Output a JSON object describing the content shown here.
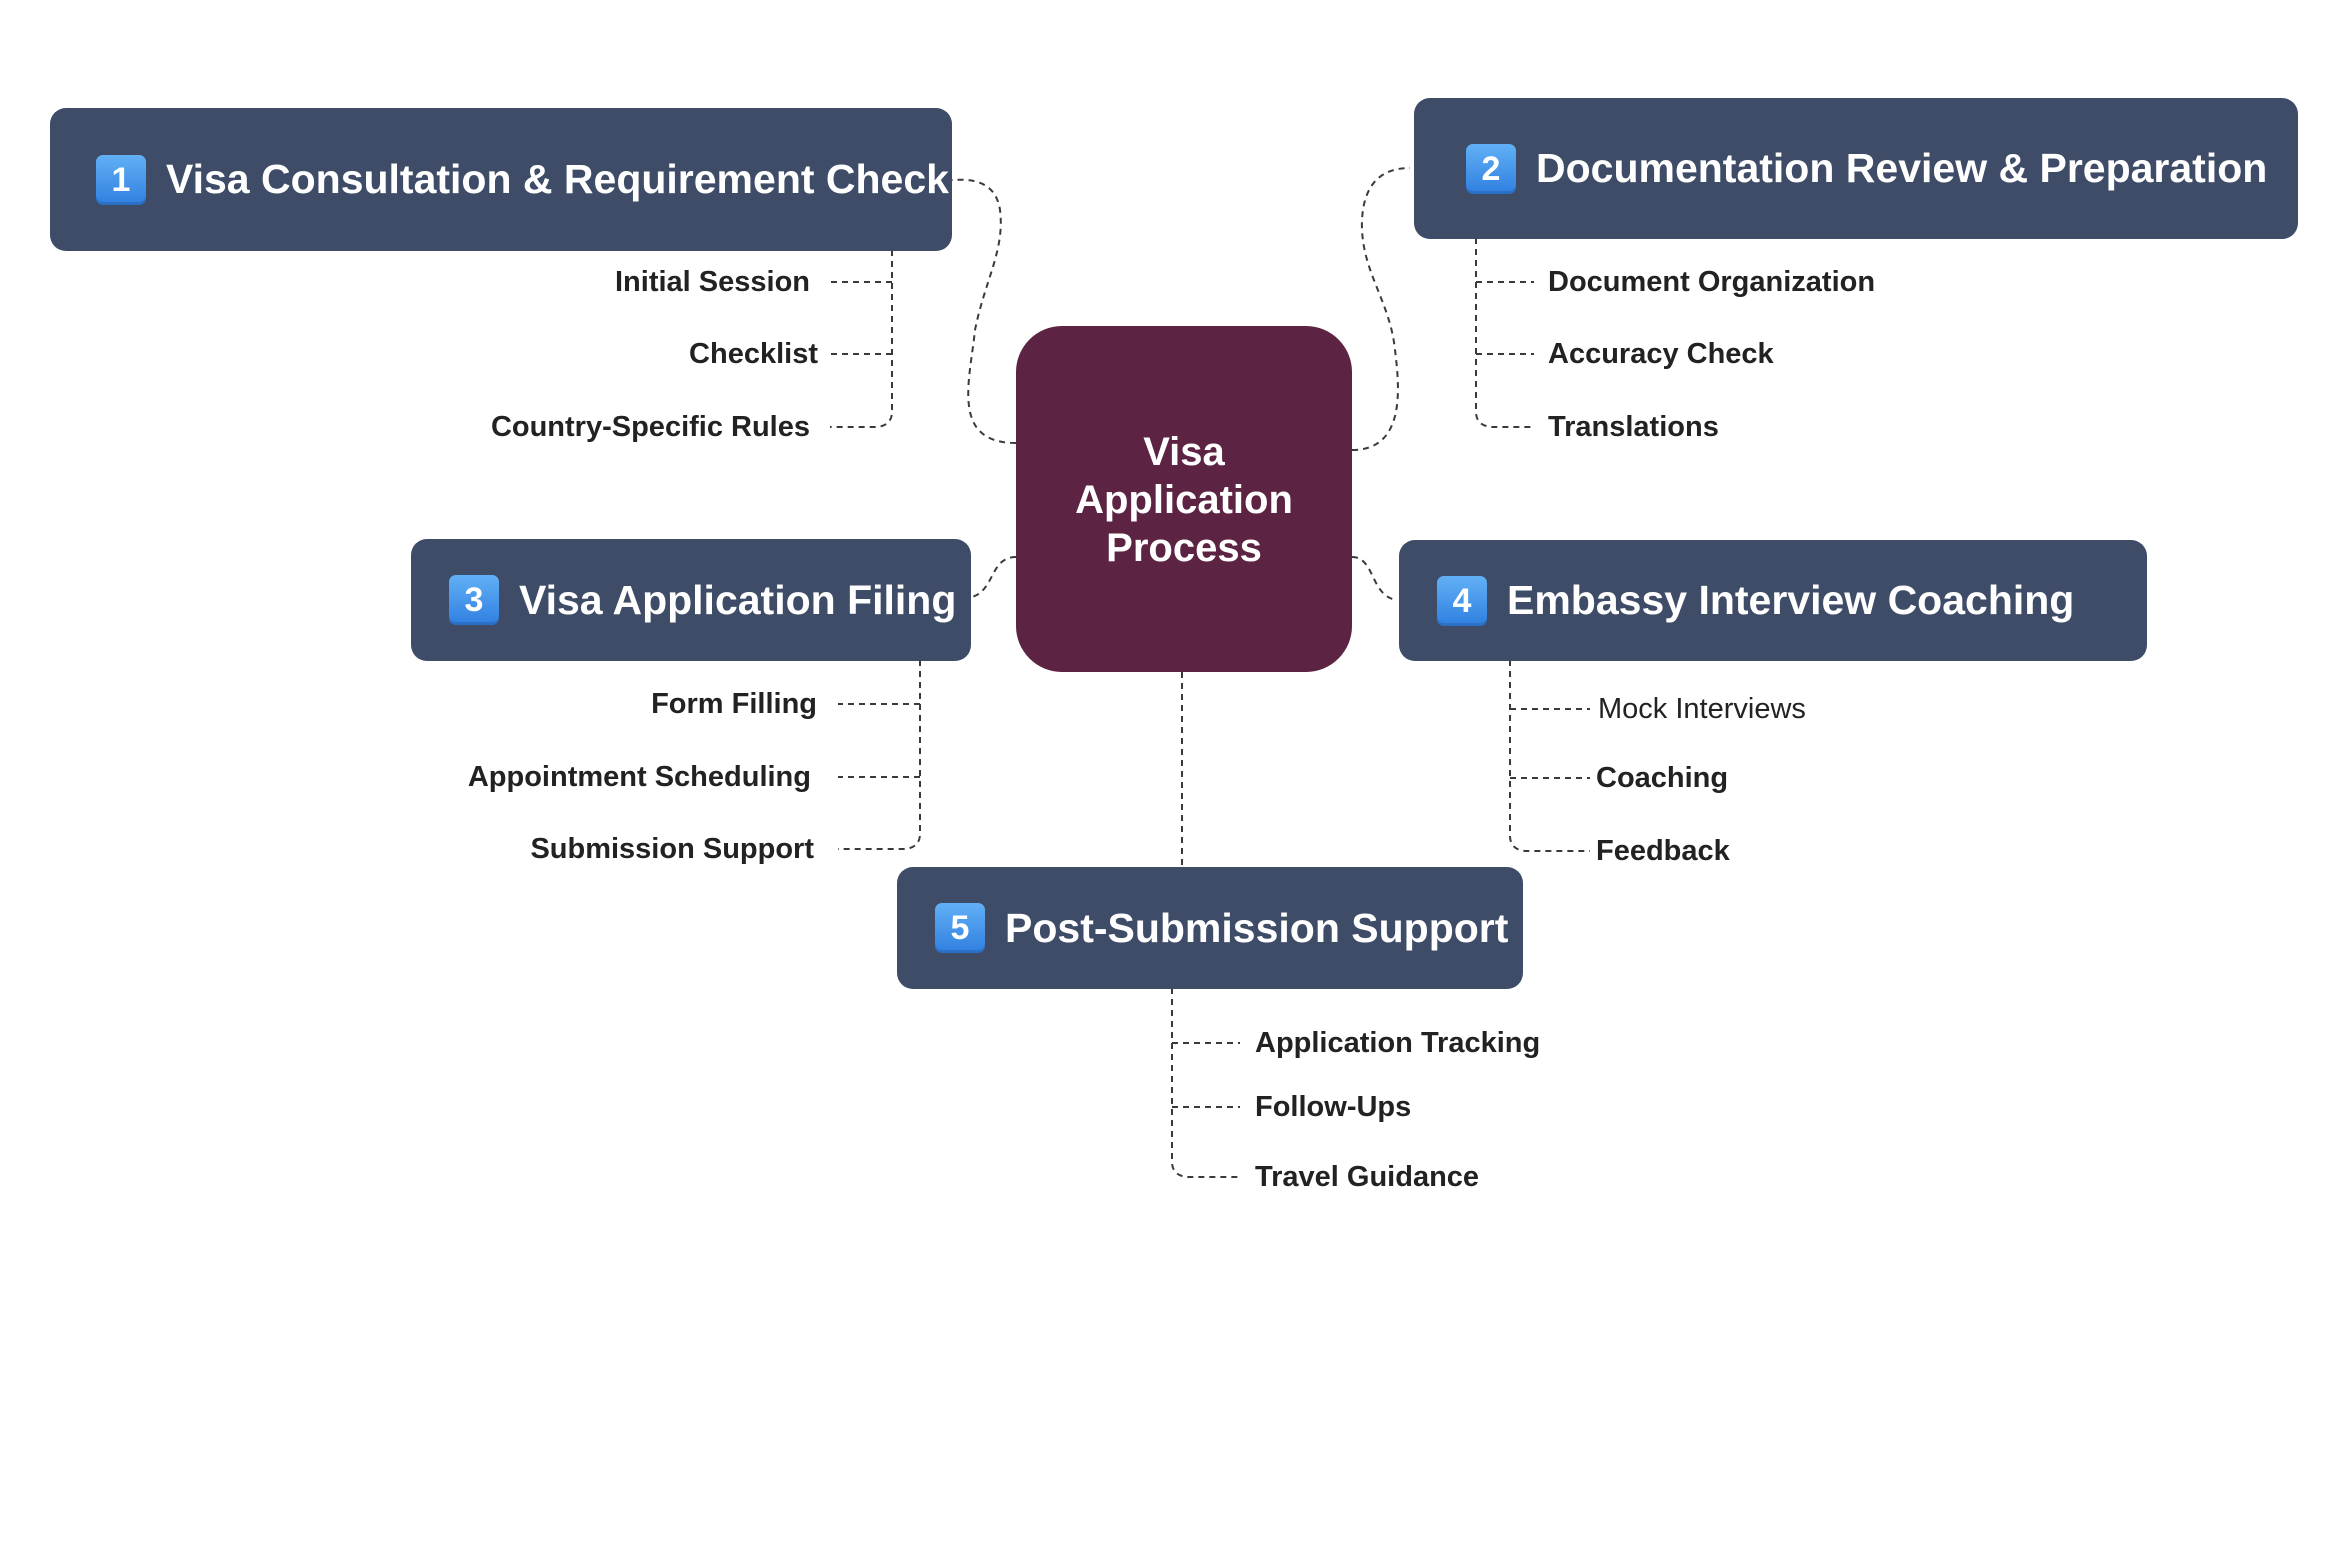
{
  "center": {
    "lines": [
      "Visa",
      "Application",
      "Process"
    ]
  },
  "branches": [
    {
      "badge": "1",
      "label": "Visa Consultation & Requirement Check",
      "children": [
        "Initial Session",
        "Checklist",
        "Country-Specific Rules"
      ]
    },
    {
      "badge": "2",
      "label": "Documentation Review & Preparation",
      "children": [
        "Document Organization",
        "Accuracy Check",
        "Translations"
      ]
    },
    {
      "badge": "3",
      "label": "Visa Application Filing",
      "children": [
        "Form Filling",
        "Appointment Scheduling",
        "Submission Support"
      ]
    },
    {
      "badge": "4",
      "label": "Embassy Interview Coaching",
      "children": [
        "Mock Interviews",
        "Coaching",
        "Feedback"
      ]
    },
    {
      "badge": "5",
      "label": "Post-Submission Support",
      "children": [
        "Application Tracking",
        "Follow-Ups",
        "Travel Guidance"
      ]
    }
  ],
  "colors": {
    "center": "#5c2442",
    "branch": "#3e4c68",
    "badge": "#3d8ee8",
    "connector": "#3a3a3a"
  }
}
